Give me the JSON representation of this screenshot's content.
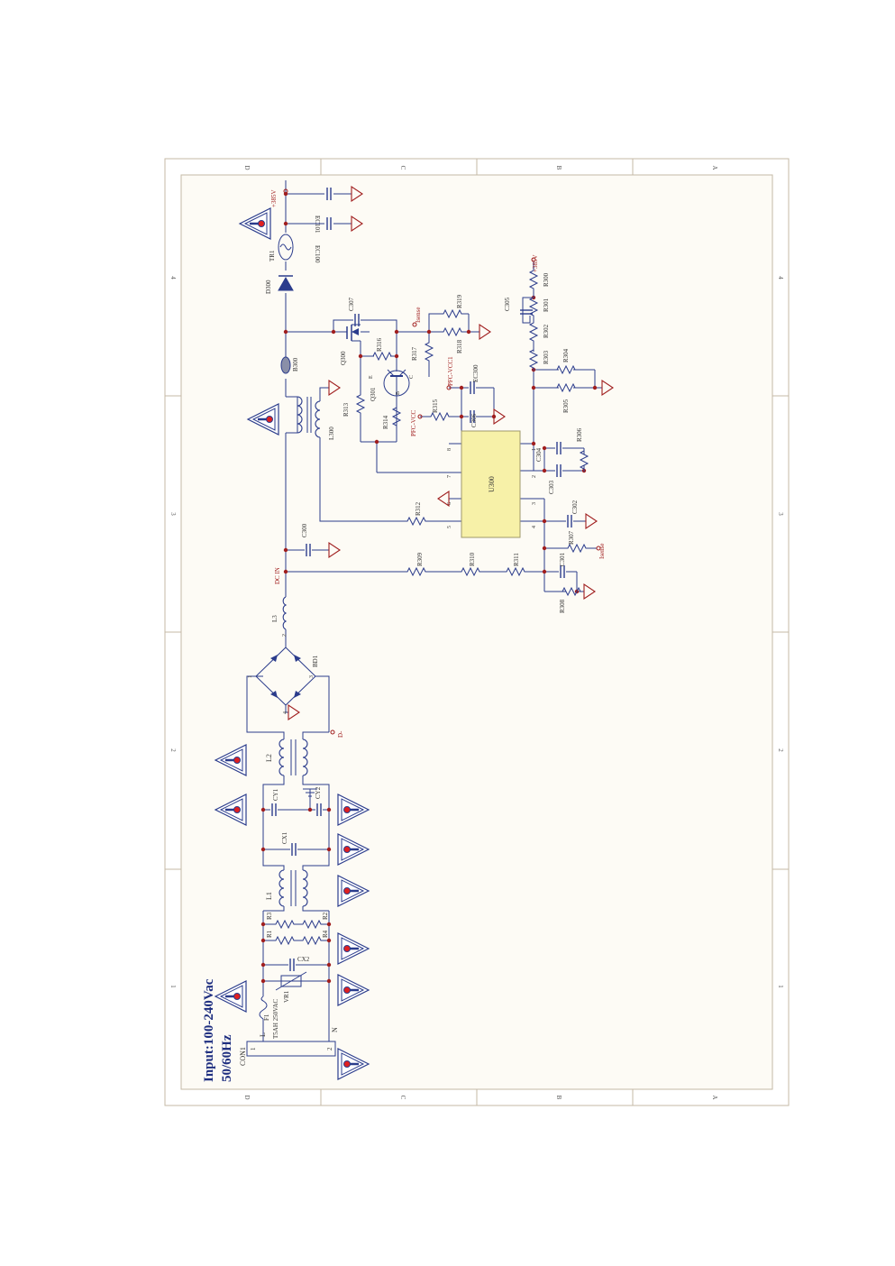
{
  "sheet": {
    "bg_color": "#fdfbf5",
    "border_color": "#b8a890",
    "wire_color": "#2b3c8c",
    "net_color": "#a01e1e",
    "ic_fill": "#f7f1a8",
    "zone_rows": [
      "D",
      "C",
      "B",
      "A"
    ],
    "zone_cols": [
      "1",
      "2",
      "3",
      "4"
    ]
  },
  "title": {
    "line1": "Input:100-240Vac",
    "line2": "50/60Hz"
  },
  "connector": {
    "ref": "CON1",
    "pin1": "1",
    "pin2": "2",
    "line": "L",
    "neutral": "N"
  },
  "input_parts": {
    "f1": "F1",
    "f1_value": "T5AH 250VAC",
    "vr1": "VR1",
    "cx2": "CX2",
    "r1": "R1",
    "r2": "R2",
    "r3": "R3",
    "r4": "R4",
    "l1": "L1",
    "cx1": "CX1",
    "cy1": "CY1",
    "cy2": "CY2",
    "l2": "L2",
    "bd1": "BD1",
    "bd_pin1": "1",
    "bd_pin2": "2",
    "bd_pin3": "3",
    "bd_pin4": "4",
    "d_minus": "D-",
    "l3": "L3",
    "l3_pin": "2",
    "dc_in": "DC IN",
    "c300": "C300"
  },
  "pfc": {
    "l300": "L300",
    "b300": "B300",
    "q300": "Q300",
    "q301": "Q301",
    "d300": "D300",
    "tr1": "TR1",
    "ec100": "EC100",
    "ec101": "EC101",
    "v385": "+385V",
    "c307": "C307",
    "isense": "Isense",
    "r319": "R319",
    "r318": "R318",
    "r317": "R317",
    "r316": "R316",
    "r313": "R313",
    "r314": "R314",
    "r315": "R315",
    "pfc_vcc1": "PFC-VCC1",
    "pfc_vcc": "PFC-VCC",
    "ec300": "EC300",
    "c306": "C306",
    "pin_e": "E",
    "pin_b": "B",
    "pin_c": "C"
  },
  "controller": {
    "u300": "U300",
    "pins": [
      "1",
      "2",
      "3",
      "4",
      "5",
      "6",
      "7",
      "8"
    ],
    "r309": "R309",
    "r310": "R310",
    "r311": "R311",
    "r312": "R312",
    "c301": "C301",
    "c302": "C302",
    "c303": "C303",
    "c304": "C304",
    "c305": "C305",
    "r300": "R300",
    "r301": "R301",
    "r302": "R302",
    "r303": "R303",
    "r304": "R304",
    "r305": "R305",
    "r306": "R306",
    "r307": "R307",
    "r308": "R308",
    "isense2": "Isense",
    "v385_2": "+385V"
  }
}
